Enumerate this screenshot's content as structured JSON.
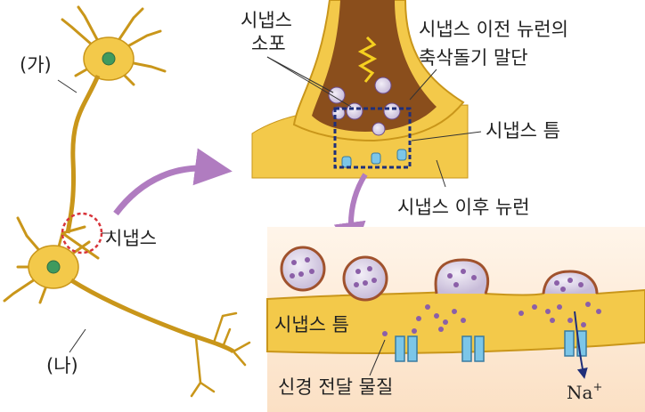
{
  "labels": {
    "neuron_a": "(가)",
    "neuron_b": "(나)",
    "synapse": "시냅스",
    "vesicle_line1": "시냅스",
    "vesicle_line2": "소포",
    "axon_terminal_line1": "시냅스 이전 뉴런의",
    "axon_terminal_line2": "축삭돌기 말단",
    "synaptic_cleft_top": "시냅스 틈",
    "postsynaptic_neuron": "시냅스 이후 뉴런",
    "synaptic_cleft_bottom": "시냅스 틈",
    "neurotransmitter": "신경 전달 물질",
    "sodium_ion": "Na",
    "sodium_charge": "+"
  },
  "colors": {
    "neuron_fill": "#f3c94a",
    "neuron_stroke": "#c9961a",
    "terminal_interior": "#8a4e1c",
    "vesicle": "#d9d0e6",
    "channel": "#7cc6e8",
    "arrow": "#b07cc0",
    "selection_box": "#1f2f7a",
    "synapse_circle": "#d8343a"
  }
}
